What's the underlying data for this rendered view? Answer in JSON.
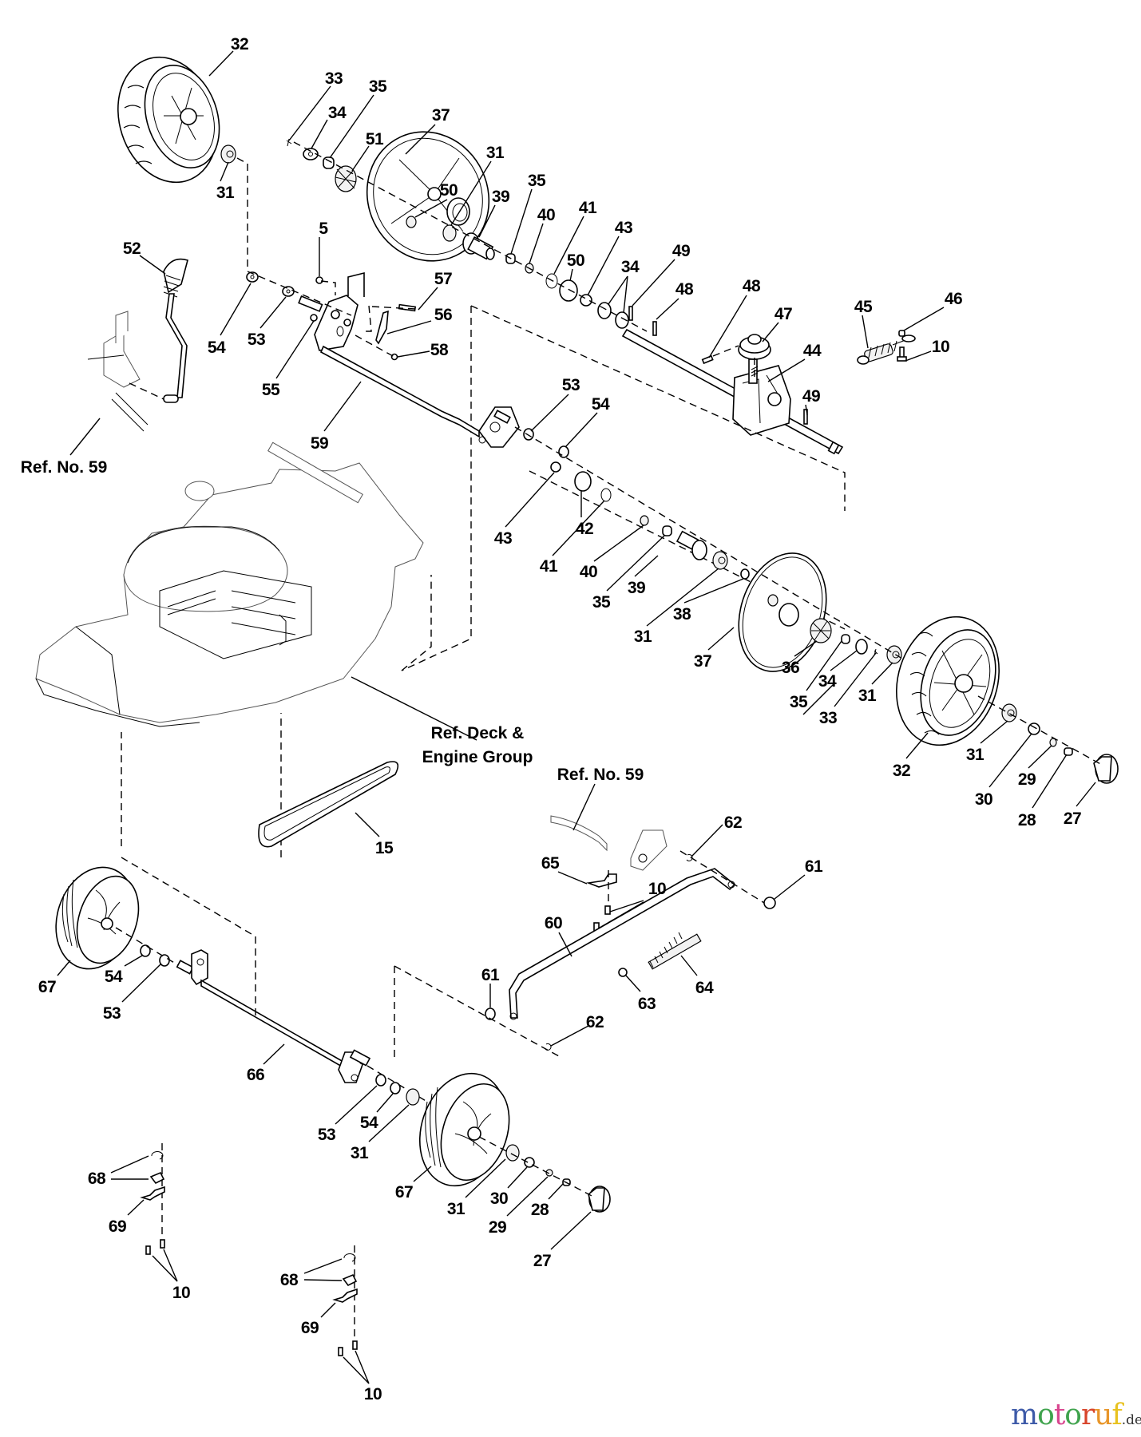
{
  "diagram": {
    "title": "Self-propelled lawn mower drive and wheel assembly (exploded parts view)",
    "references": {
      "ref_no_59_top": "Ref. No. 59",
      "ref_no_59_bottom": "Ref. No. 59",
      "ref_deck_line1": "Ref. Deck &",
      "ref_deck_line2": "Engine Group"
    },
    "callouts": {
      "c32a": "32",
      "c31a": "31",
      "c33a": "33",
      "c35a": "35",
      "c34a": "34",
      "c51": "51",
      "c37a": "37",
      "c31b": "31",
      "c50a": "50",
      "c39a": "39",
      "c35b": "35",
      "c40a": "40",
      "c41a": "41",
      "c43a": "43",
      "c50b": "50",
      "c34b": "34",
      "c49a": "49",
      "c48a": "48",
      "c48b": "48",
      "c47": "47",
      "c44": "44",
      "c49b": "49",
      "c45": "45",
      "c46": "46",
      "c10a": "10",
      "c52": "52",
      "c5": "5",
      "c57": "57",
      "c56": "56",
      "c58": "58",
      "c54a": "54",
      "c53a": "53",
      "c55": "55",
      "c59": "59",
      "c53b": "53",
      "c54b": "54",
      "c43b": "43",
      "c42": "42",
      "c41b": "41",
      "c40b": "40",
      "c35c": "35",
      "c39b": "39",
      "c31c": "31",
      "c38": "38",
      "c37b": "37",
      "c36": "36",
      "c35d": "35",
      "c34c": "34",
      "c33b": "33",
      "c31d": "31",
      "c32b": "32",
      "c31e": "31",
      "c30a": "30",
      "c29a": "29",
      "c28a": "28",
      "c27a": "27",
      "c15": "15",
      "c62a": "62",
      "c61a": "61",
      "c65": "65",
      "c10b": "10",
      "c60": "60",
      "c64": "64",
      "c63": "63",
      "c61b": "61",
      "c62b": "62",
      "c67a": "67",
      "c54c": "54",
      "c53c": "53",
      "c66": "66",
      "c53d": "53",
      "c54d": "54",
      "c31f": "31",
      "c67b": "67",
      "c31g": "31",
      "c30b": "30",
      "c29b": "29",
      "c28b": "28",
      "c27b": "27",
      "c68a": "68",
      "c69a": "69",
      "c10c": "10",
      "c68b": "68",
      "c69b": "69",
      "c10d": "10"
    }
  },
  "watermark": {
    "letters": [
      "m",
      "o",
      "t",
      "o",
      "r",
      "u",
      "f"
    ],
    "colors": [
      "#3d5aa8",
      "#3fa34d",
      "#d9468f",
      "#3fa34d",
      "#d8452b",
      "#e8962a",
      "#e8c21f"
    ],
    "tld": ".de"
  }
}
